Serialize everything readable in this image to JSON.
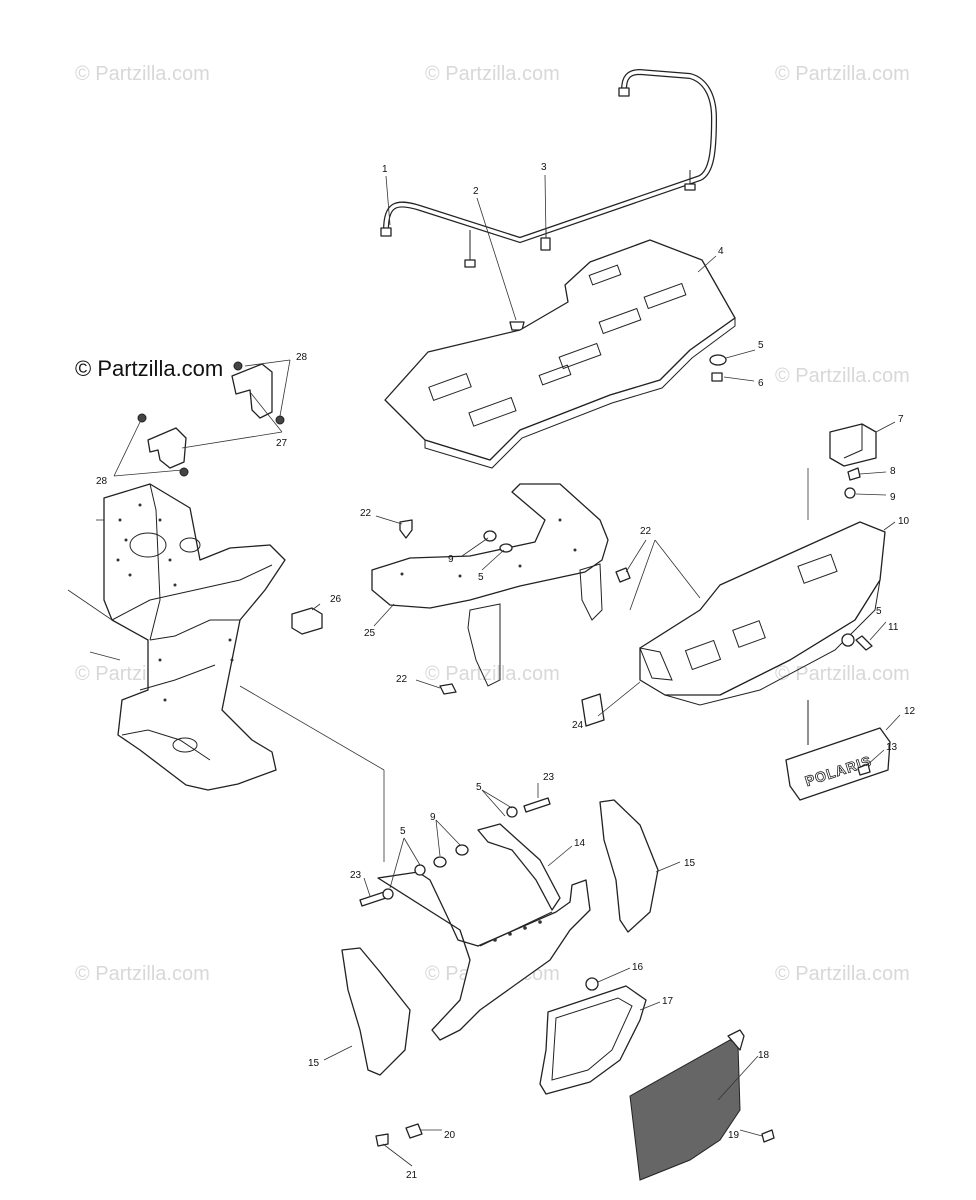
{
  "watermarks": {
    "main": "© Partzilla.com",
    "faint": "© Partzilla.com"
  },
  "callouts": [
    {
      "id": "c1",
      "text": "1"
    },
    {
      "id": "c2",
      "text": "2"
    },
    {
      "id": "c3",
      "text": "3"
    },
    {
      "id": "c4",
      "text": "4"
    },
    {
      "id": "c5a",
      "text": "5"
    },
    {
      "id": "c6",
      "text": "6"
    },
    {
      "id": "c7",
      "text": "7"
    },
    {
      "id": "c8",
      "text": "8"
    },
    {
      "id": "c9a",
      "text": "9"
    },
    {
      "id": "c10",
      "text": "10"
    },
    {
      "id": "c5b",
      "text": "5"
    },
    {
      "id": "c11",
      "text": "11"
    },
    {
      "id": "c12",
      "text": "12"
    },
    {
      "id": "c13",
      "text": "13"
    },
    {
      "id": "c28a",
      "text": "28"
    },
    {
      "id": "c27",
      "text": "27"
    },
    {
      "id": "c28b",
      "text": "28"
    },
    {
      "id": "c22a",
      "text": "22"
    },
    {
      "id": "c9b",
      "text": "9"
    },
    {
      "id": "c5c",
      "text": "5"
    },
    {
      "id": "c22b",
      "text": "22"
    },
    {
      "id": "c26",
      "text": "26"
    },
    {
      "id": "c25",
      "text": "25"
    },
    {
      "id": "c22c",
      "text": "22"
    },
    {
      "id": "c24",
      "text": "24"
    },
    {
      "id": "c23a",
      "text": "23"
    },
    {
      "id": "c5d",
      "text": "5"
    },
    {
      "id": "c9c",
      "text": "9"
    },
    {
      "id": "c5e",
      "text": "5"
    },
    {
      "id": "c14",
      "text": "14"
    },
    {
      "id": "c23b",
      "text": "23"
    },
    {
      "id": "c15a",
      "text": "15"
    },
    {
      "id": "c16",
      "text": "16"
    },
    {
      "id": "c17",
      "text": "17"
    },
    {
      "id": "c15b",
      "text": "15"
    },
    {
      "id": "c18",
      "text": "18"
    },
    {
      "id": "c19",
      "text": "19"
    },
    {
      "id": "c20",
      "text": "20"
    },
    {
      "id": "c21",
      "text": "21"
    }
  ],
  "parts": {
    "logo_plate_text": "POLARIS"
  }
}
